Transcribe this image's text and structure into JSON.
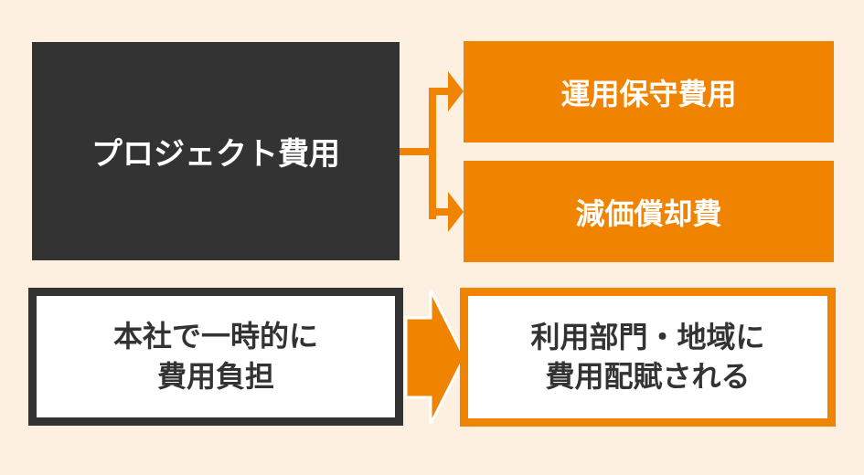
{
  "top": {
    "source": "プロジェクト費用",
    "targets": [
      "運用保守費用",
      "減価償却費"
    ]
  },
  "bottom": {
    "left_line1": "本社で一時的に",
    "left_line2": "費用負担",
    "right_line1": "利用部門・地域に",
    "right_line2": "費用配賦される"
  },
  "colors": {
    "background": "#fdf0e1",
    "dark": "#333333",
    "accent": "#f08300"
  }
}
